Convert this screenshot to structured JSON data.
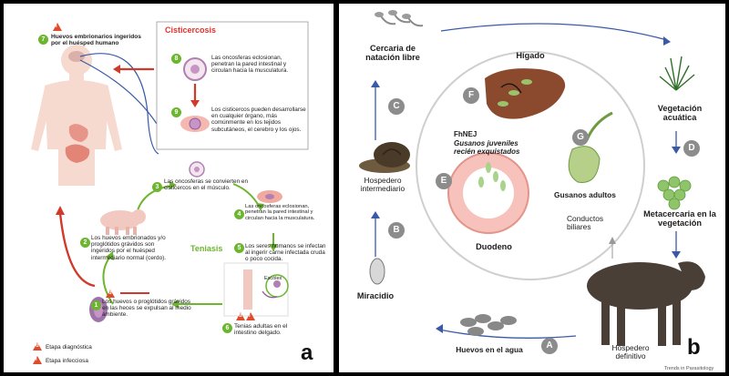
{
  "panel_a": {
    "letter": "a",
    "cisticercosis_title": "Cisticercosis",
    "teniasis_title": "Teniasis",
    "scolex_label": "Escólex",
    "steps": [
      {
        "n": "1",
        "text": "Los huevos o proglótidos grávidos en las heces se expulsan al medio ambiente."
      },
      {
        "n": "2",
        "text": "Los huevos embrionados y/o proglótidos grávidos son ingeridos por el huésped intermediario normal (cerdo)."
      },
      {
        "n": "3",
        "text": "Las oncosferas se convierten en cisticercos en el músculo."
      },
      {
        "n": "4",
        "text": "Las oncosferas eclosionan, penetran la pared intestinal y circulan hacia la musculatura."
      },
      {
        "n": "5",
        "text": "Los seres humanos se infectan al ingerir carne infectada cruda o poco cocida."
      },
      {
        "n": "6",
        "text": "Tenias adultas en el intestino delgado."
      },
      {
        "n": "7",
        "text": "Huevos embrionarios ingeridos por el huésped humano"
      },
      {
        "n": "8",
        "text": "Las oncosferas eclosionan, penetran la pared intestinal y circulan hacia la musculatura."
      },
      {
        "n": "9",
        "text": "Los cisticercos pueden desarrollarse en cualquier órgano, más comúnmente en los tejidos subcutáneos, el cerebro y los ojos."
      }
    ],
    "legend": [
      {
        "symbol": "d",
        "label": "Etapa diagnóstica"
      },
      {
        "symbol": "i",
        "label": "Etapa infecciosa"
      }
    ]
  },
  "panel_b": {
    "letter": "b",
    "center_labels": {
      "liver": "Hígado",
      "fhnej": "FhNEJ",
      "juveniles": "Gusanos juveniles recién exquistados",
      "adults": "Gusanos adultos",
      "ducts": "Conductos biliares",
      "duodenum": "Duodeno"
    },
    "outer_labels": {
      "cercaria": "Cercaria de natación libre",
      "vegetation": "Vegetación acuática",
      "metacercaria": "Metacercaria en la vegetación",
      "definitive_host": "Hospedero definitivo",
      "eggs": "Huevos en el agua",
      "miracidium": "Miracidio",
      "intermediate_host": "Hospedero intermediario"
    },
    "stage_letters": [
      "A",
      "B",
      "C",
      "D",
      "E",
      "F",
      "G"
    ],
    "footer": "Trends in Parasitology"
  }
}
